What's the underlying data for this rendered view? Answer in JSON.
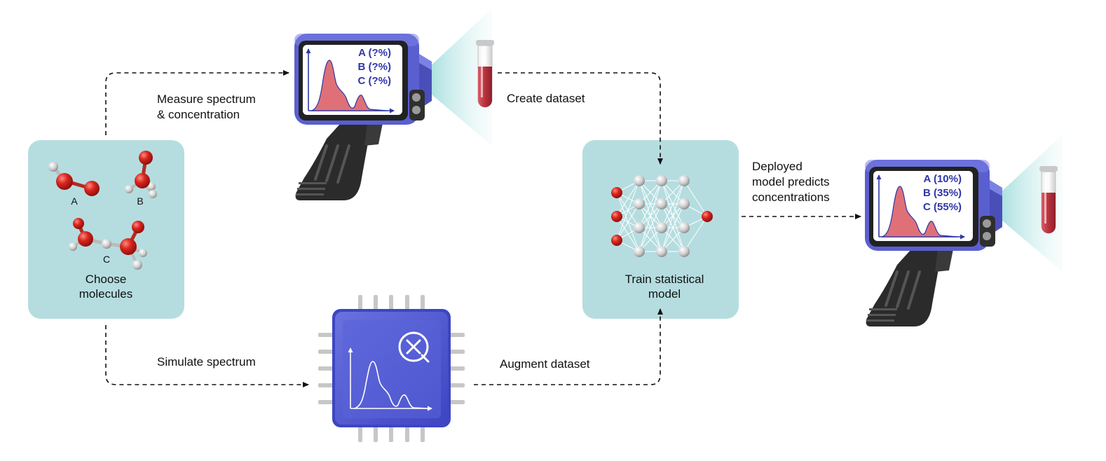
{
  "colors": {
    "panel": "#b5dde0",
    "chip": "#4f57cf",
    "device": "#5a5fd0",
    "accent_text": "#2e36a8",
    "atom_red": "#cc1f1a",
    "atom_white": "#d8d8d8",
    "spectrum_fill": "#e07078",
    "liquid": "#b8323e"
  },
  "molecules_box": {
    "label_line1": "Choose",
    "label_line2": "molecules",
    "molecule_a": "A",
    "molecule_b": "B",
    "molecule_c": "C"
  },
  "model_box": {
    "label_line1": "Train statistical",
    "label_line2": "model"
  },
  "arrows": {
    "measure_line1": "Measure spectrum",
    "measure_line2": "& concentration",
    "create_dataset": "Create dataset",
    "simulate": "Simulate spectrum",
    "augment": "Augment dataset",
    "deployed_line1": "Deployed",
    "deployed_line2": "model predicts",
    "deployed_line3": "concentrations"
  },
  "measure_device": {
    "readout": [
      "A (?%)",
      "B (?%)",
      "C (?%)"
    ]
  },
  "deployed_device": {
    "readout": [
      "A (10%)",
      "B (35%)",
      "C (55%)"
    ]
  },
  "icons": {
    "molecule": "molecule-icon",
    "spectrometer": "spectrometer-icon",
    "test_tube": "test-tube-icon",
    "chip": "processor-chip-icon",
    "quantum_symbol": "quantum-circle-icon",
    "network": "neural-network-icon"
  }
}
